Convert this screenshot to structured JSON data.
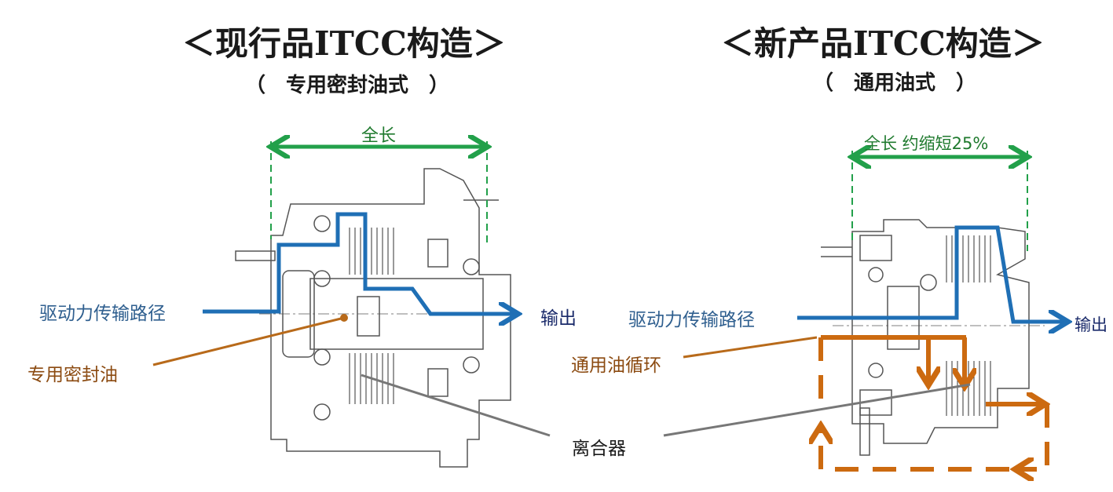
{
  "left": {
    "title": "＜现行品ITCC构造＞",
    "subtitle": "（　专用密封油式　）",
    "length_label": "全长",
    "drive_path_label": "驱动力传输路径",
    "output_label": "输出",
    "oil_label": "专用密封油"
  },
  "right": {
    "title": "＜新产品ITCC构造＞",
    "subtitle": "（　通用油式　）",
    "length_label": "全长 约缩短25%",
    "drive_path_label": "驱动力传输路径",
    "output_label": "输出",
    "oil_label": "通用油循环"
  },
  "shared": {
    "clutch_label": "离合器"
  },
  "colors": {
    "drive_path": "#1f6fb5",
    "length_arrow": "#22a04a",
    "oil_circulation": "#cc6a10",
    "sealed_oil": "#b86a1a",
    "clutch_leader": "#777777",
    "drawing_lines": "#555555"
  }
}
